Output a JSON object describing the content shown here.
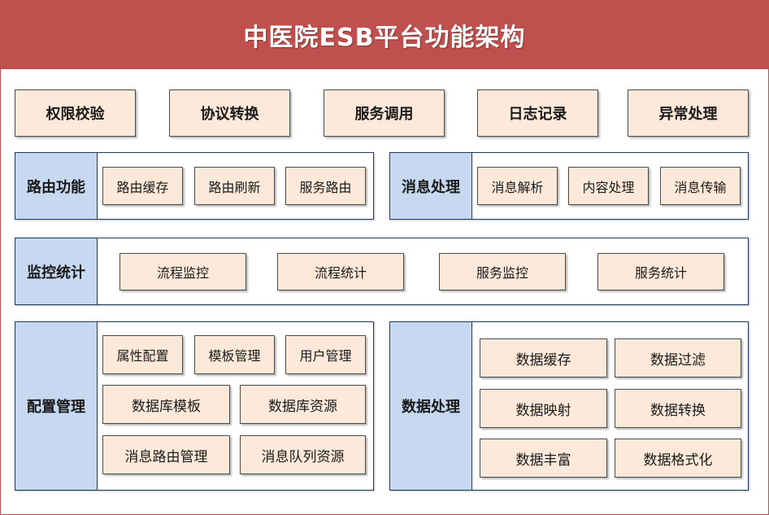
{
  "title": "中医院ESB平台功能架构",
  "top_row": [
    "权限校验",
    "协议转换",
    "服务调用",
    "日志记录",
    "异常处理"
  ],
  "routing": {
    "label": "路由功能",
    "items": [
      "路由缓存",
      "路由刷新",
      "服务路由"
    ]
  },
  "message": {
    "label": "消息处理",
    "items": [
      "消息解析",
      "内容处理",
      "消息传输"
    ]
  },
  "monitor": {
    "label": "监控统计",
    "items": [
      "流程监控",
      "流程统计",
      "服务监控",
      "服务统计"
    ]
  },
  "config": {
    "label": "配置管理",
    "items": [
      "属性配置",
      "模板管理",
      "用户管理",
      "数据库模板",
      "数据库资源",
      "消息路由管理",
      "消息队列资源"
    ]
  },
  "data": {
    "label": "数据处理",
    "items": [
      "数据缓存",
      "数据过滤",
      "数据映射",
      "数据转换",
      "数据丰富",
      "数据格式化"
    ]
  },
  "colors": {
    "header": "#c0504d",
    "item_fill": "#fde9d9",
    "label_fill": "#c6d9f1",
    "group_border": "#1f3864"
  }
}
